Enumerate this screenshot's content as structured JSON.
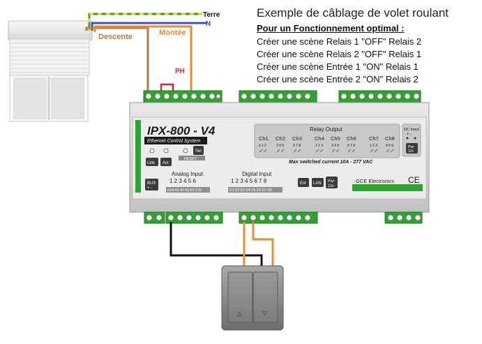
{
  "heading": {
    "title": "Exemple de câblage de volet roulant",
    "subtitle": "Pour un Fonctionnement optimal :",
    "scenes": [
      "Créer une scène Relais 1 \"OFF\" Relais 2",
      "Créer une scène Relais 2 \"OFF\" Relais 1",
      "Créer une scène Entrée 1 \"ON\" Relais 1",
      "Créer une scène Entrée 2 \"ON\" Relais 2"
    ]
  },
  "wires": {
    "terre": "Terre",
    "neutre": "N",
    "descente": "Descente",
    "montee": "Montée",
    "phase": "PH",
    "colors": {
      "terre_green": "#2e9e2e",
      "terre_yellow": "#e3d21a",
      "neutre": "#3355cc",
      "descente": "#b87848",
      "montee": "#f08a2a",
      "phase": "#dd2222",
      "input": "#111111"
    }
  },
  "device": {
    "model": "IPX-800 - V4",
    "model_sub": "Ethernet Control System",
    "buttons": {
      "link": "Link",
      "act": "Act",
      "sel": "Sel",
      "reset": "RESET",
      "ext": "Ext",
      "lan": "LAN",
      "pwr_top": "Pwr",
      "pwr_bottom": "12v",
      "bus_top": "BUS",
      "bus_bottom": "+ -"
    },
    "relay": {
      "title": "Relay Output",
      "channels": [
        "Ch1",
        "Ch2",
        "Ch3",
        "Ch4",
        "Ch5",
        "Ch6",
        "Ch7",
        "Ch8"
      ],
      "terminals": [
        "x 1 2",
        "3 4 5",
        "6 7 8",
        "1 2 3",
        "3 4 5",
        "6 7 8",
        "1 2 3",
        "4 5 6"
      ],
      "note": "Max switched current 10A - 277 VAC"
    },
    "dc_input": {
      "title": "DC Input",
      "polarity": "+  -",
      "pwr_top": "Pwr",
      "pwr_bottom": "12v"
    },
    "analog": {
      "title": "Analog Input",
      "numbers": "1 2 3 4 5 6",
      "labels": "Gnd A1 A2 A3 A4 3.3v"
    },
    "digital": {
      "title": "Digital Input",
      "numbers": "1 2 3 4 5 6 7 8",
      "labels": "D1 D2 D3 D4 D5 D6 D7 D8"
    },
    "brand": "GCE Electronics",
    "ce_mark": "CE"
  },
  "switch": {
    "up_arrow": "△",
    "down_arrow": "▽"
  }
}
